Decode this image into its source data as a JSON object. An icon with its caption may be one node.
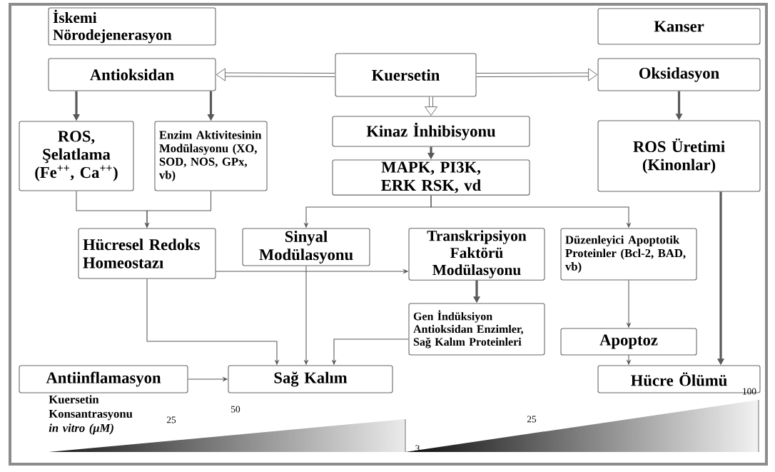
{
  "diagram": {
    "nodes": [
      {
        "text": [
          "İskemi Nörodejenerasyon"
        ]
      },
      {
        "text": [
          "Antioksidan"
        ]
      },
      {
        "text": [
          "Kuersetin"
        ]
      },
      {
        "text": [
          "Kanser"
        ]
      },
      {
        "text": [
          "Oksidasyon"
        ]
      },
      {
        "text": [
          "ROS, Şelatlama (Fe$^{++}$, Ca$^{++}$)"
        ]
      },
      {
        "text": [
          "Enzim Aktivitesinin Modülasyonu (XO, SOD, NOS, GPx, vb)"
        ]
      },
      {
        "text": [
          "Kinaz İnhibisyonu"
        ]
      },
      {
        "text": [
          "MAPK, PI3K, ERK RSK, vd"
        ]
      },
      {
        "text": [
          "ROS Üretimi (Kinonlar)"
        ]
      },
      {
        "text": [
          "Hücresel Redoks Homeostazı"
        ]
      },
      {
        "text": [
          "Sinyal Modülasyonu"
        ]
      },
      {
        "text": [
          "Transkripsiyon Faktörü Modülasyonu"
        ]
      },
      {
        "text": [
          "Düzenleyici Apoptotik Proteinler (Bcl-2, BAD, vb)"
        ]
      },
      {
        "text": [
          "Gen İndüksiyon Antioksidan Enzimler, Sağ Kalım Proteinleri"
        ]
      },
      {
        "text": [
          "Apoptoz"
        ]
      },
      {
        "text": [
          "Antiinflamasyon"
        ]
      },
      {
        "text": [
          "Sağ Kalım"
        ]
      },
      {
        "text": [
          "Hücre Ölümü"
        ]
      }
    ],
    "edges": [
      {
        "from": 2,
        "to": 1,
        "arrow": "to",
        "style": "thick"
      },
      {
        "from": 2,
        "to": 4,
        "arrow": "to",
        "style": "thick"
      },
      {
        "from": 2,
        "to": 7,
        "arrow": "to",
        "style": "thick"
      },
      {
        "from": 1,
        "to": 5,
        "arrow": "to",
        "style": "thick",
        "color": "#595959"
      },
      {
        "from": 1,
        "to": 6,
        "arrow": "to",
        "style": "thick",
        "color": "#595959"
      },
      {
        "from": 4,
        "to": 9,
        "arrow": "to",
        "style": "thick",
        "color": "#595959"
      },
      {
        "from": 7,
        "to": 8,
        "arrow": "to",
        "style": "thick",
        "color": "#595959"
      },
      {
        "from": 5,
        "to": 10,
        "arrow": "to"
      },
      {
        "from": 6,
        "to": 10,
        "arrow": "to"
      },
      {
        "from": 8,
        "to": 11,
        "arrow": "to"
      },
      {
        "from": 8,
        "to": 13,
        "arrow": "to"
      },
      {
        "from": 10,
        "to": 12,
        "arrow": "to"
      },
      {
        "from": 12,
        "to": 14,
        "arrow": "to",
        "style": "thick",
        "color": "#595959"
      },
      {
        "from": 10,
        "to": 17,
        "arrow": "to"
      },
      {
        "from": 11,
        "to": 17,
        "arrow": "to"
      },
      {
        "from": 14,
        "to": 17,
        "arrow": "to"
      },
      {
        "from": 13,
        "to": 15,
        "arrow": "to"
      },
      {
        "from": 15,
        "to": 18,
        "arrow": "to"
      },
      {
        "from": 9,
        "to": 18,
        "arrow": "to",
        "style": "thick",
        "color": "#595959"
      },
      {
        "from": 16,
        "to": 17,
        "arrow": "to"
      }
    ],
    "labels": [
      "Kuersetin Konsantrasyonu *in vitro (μM)*",
      "25",
      "50",
      "3",
      "25",
      "100"
    ]
  }
}
